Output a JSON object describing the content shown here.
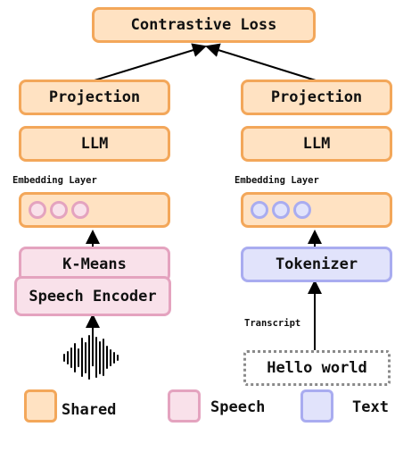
{
  "diagram": {
    "top": {
      "label": "Contrastive Loss"
    },
    "left": {
      "projection": "Projection",
      "llm": "LLM",
      "embedding_label": "Embedding Layer",
      "kmeans": "K-Means",
      "encoder": "Speech Encoder"
    },
    "right": {
      "projection": "Projection",
      "llm": "LLM",
      "embedding_label": "Embedding Layer",
      "tokenizer": "Tokenizer",
      "transcript_label": "Transcript",
      "transcript_text": "Hello world"
    },
    "legend": [
      {
        "label": "Shared",
        "color": "#f3a75a"
      },
      {
        "label": "Speech",
        "color": "#e4a3bf"
      },
      {
        "label": "Text",
        "color": "#a9acf0"
      }
    ],
    "colors": {
      "shared_fill": "#ffe2c2",
      "shared_border": "#f3a75a",
      "speech_fill": "#f9e1ea",
      "speech_border": "#e4a3bf",
      "text_fill": "#e1e3fb",
      "text_border": "#a9acf0"
    }
  }
}
